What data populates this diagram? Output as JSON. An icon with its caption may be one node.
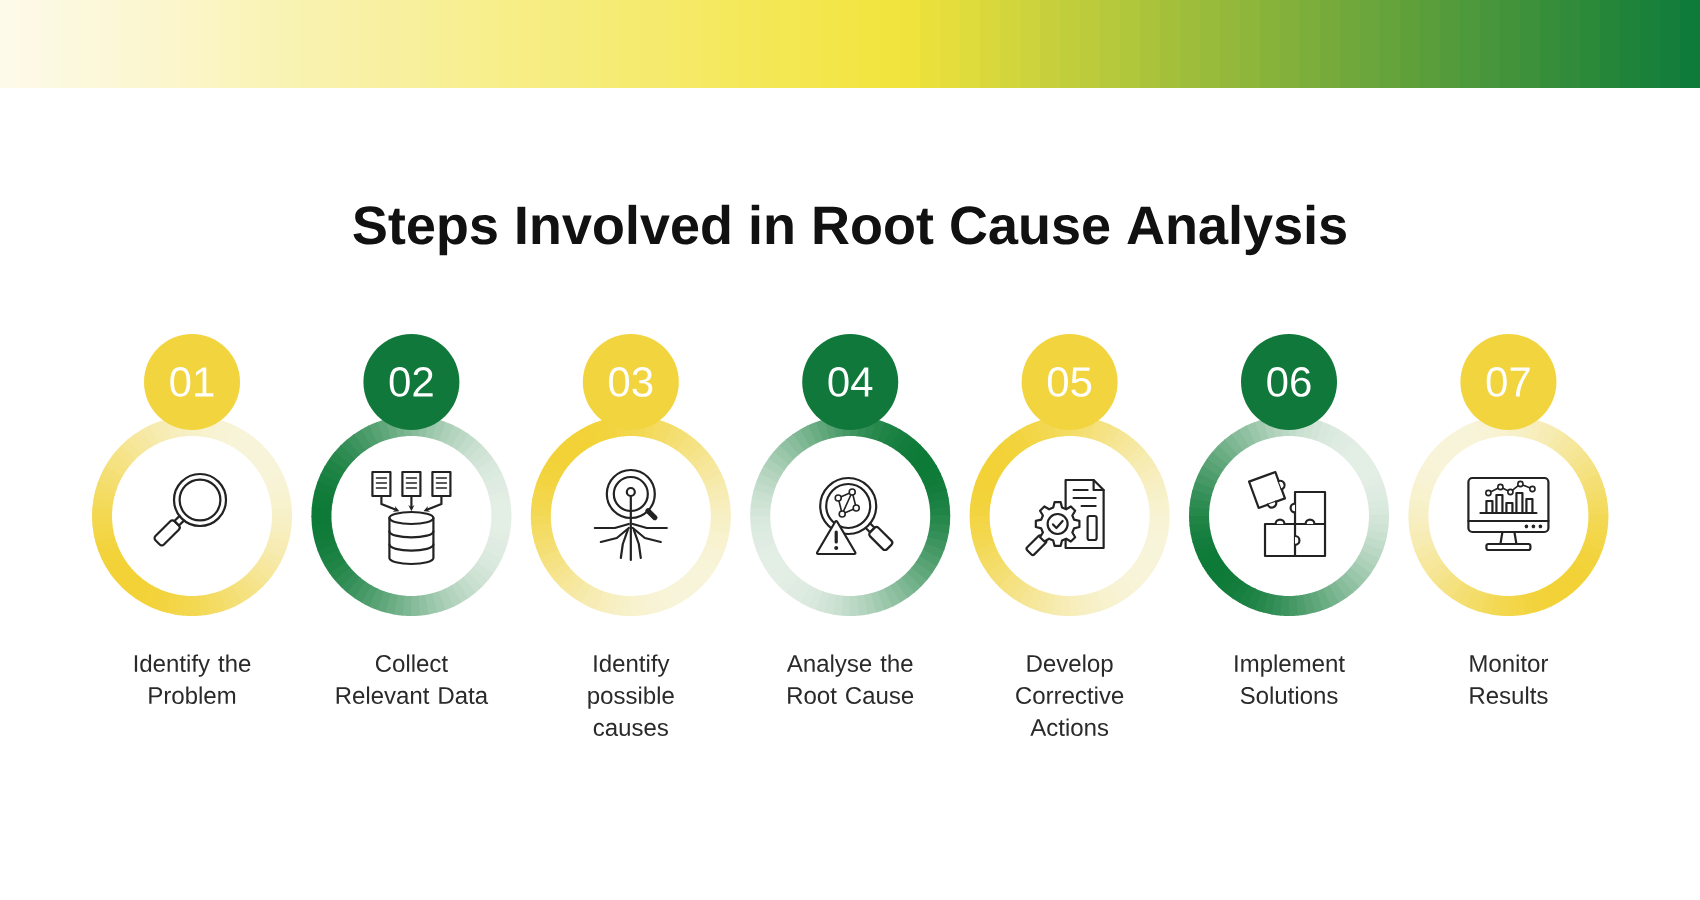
{
  "diagram": {
    "title": "Steps Involved in Root Cause Analysis",
    "nodes": [
      {
        "text": [
          "01"
        ]
      },
      {
        "text": [],
        "shape": "circle",
        "beside": [
          "Identify the Problem"
        ]
      },
      {
        "text": [
          "02"
        ]
      },
      {
        "text": [],
        "shape": "circle",
        "beside": [
          "Collect Relevant Data"
        ]
      },
      {
        "text": [
          "03"
        ]
      },
      {
        "text": [],
        "shape": "circle",
        "beside": [
          "Identify possible causes"
        ]
      },
      {
        "text": [
          "04"
        ]
      },
      {
        "text": [],
        "shape": "circle",
        "beside": [
          "Analyse the Root Cause"
        ]
      },
      {
        "text": [
          "05"
        ]
      },
      {
        "text": [],
        "shape": "circle",
        "beside": [
          "Develop Corrective Actions"
        ]
      },
      {
        "text": [
          "06"
        ]
      },
      {
        "text": [],
        "shape": "circle",
        "beside": [
          "Implement Solutions"
        ]
      },
      {
        "text": [
          "07"
        ]
      },
      {
        "text": [],
        "shape": "circle",
        "beside": [
          "Monitor Results"
        ]
      }
    ]
  }
}
